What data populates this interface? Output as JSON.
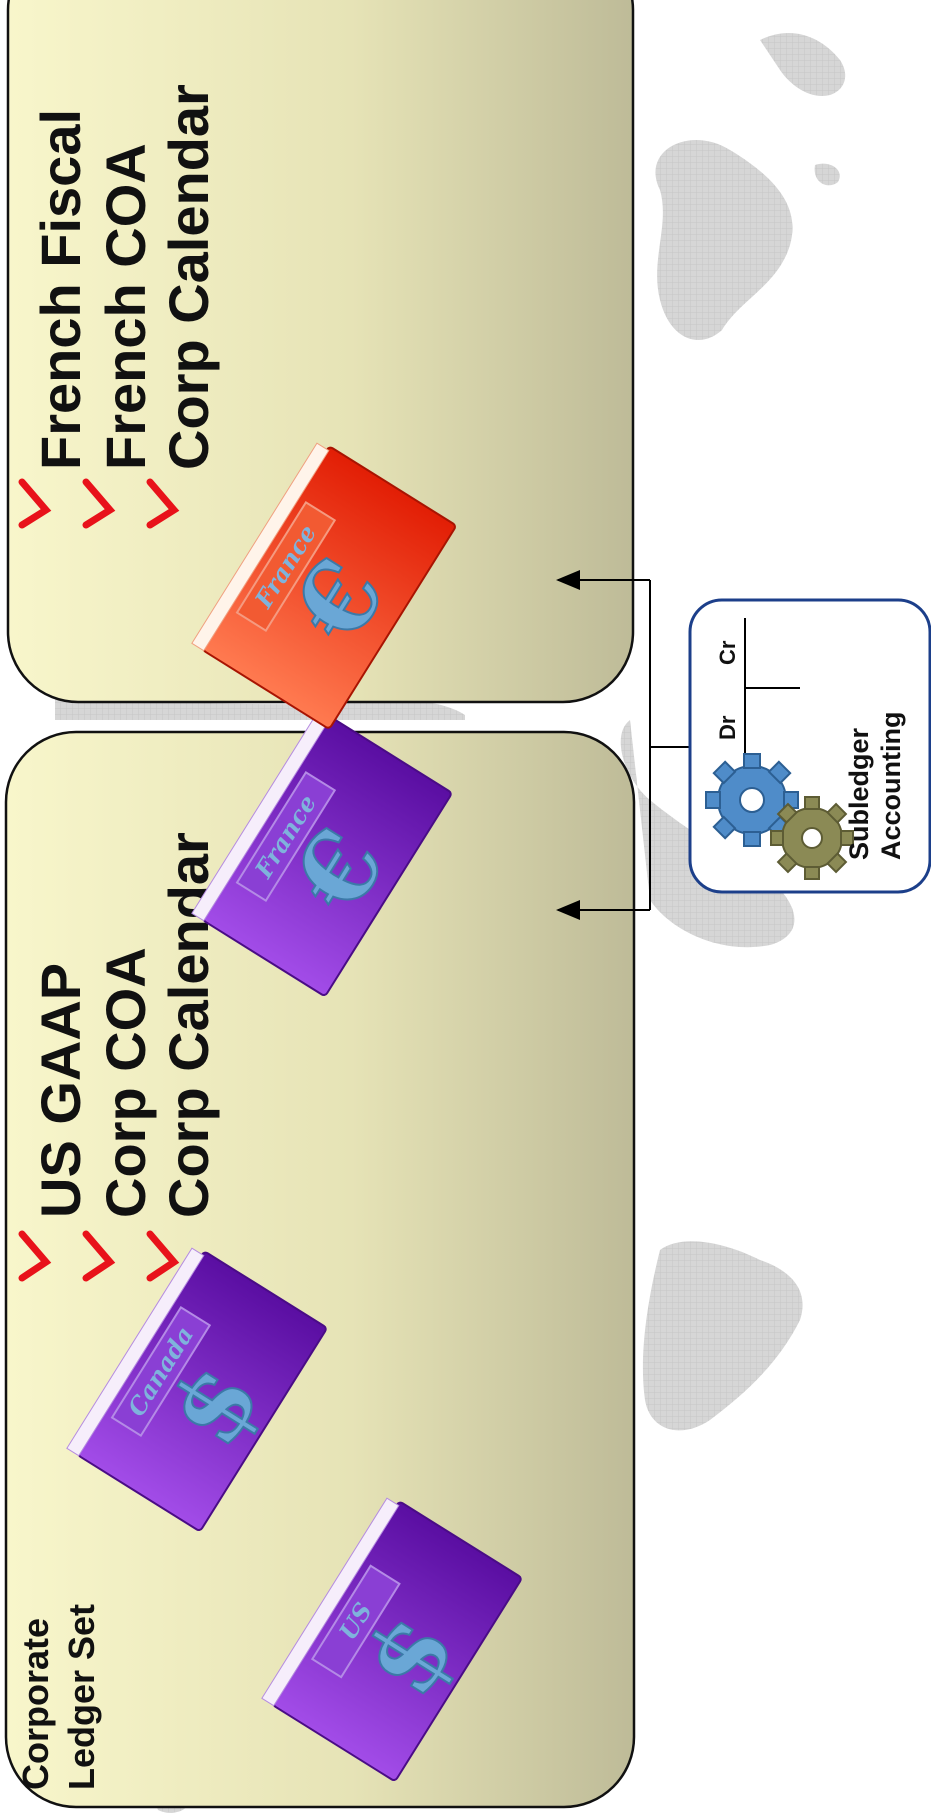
{
  "corporate_panel": {
    "title_line1": "Corporate",
    "title_line2": "Ledger Set",
    "checklist": [
      "US GAAP",
      "Corp COA",
      "Corp Calendar"
    ],
    "books": [
      {
        "label": "US",
        "symbol": "$"
      },
      {
        "label": "Canada",
        "symbol": "$"
      },
      {
        "label": "France",
        "symbol": "€"
      }
    ]
  },
  "french_panel": {
    "checklist": [
      "French Fiscal",
      "French COA",
      "Corp Calendar"
    ],
    "book": {
      "label": "France",
      "symbol": "€"
    }
  },
  "subledger": {
    "debit": "Dr",
    "credit": "Cr",
    "title_line1": "Subledger",
    "title_line2": "Accounting"
  },
  "colors": {
    "panel_light": "#f8f6cb",
    "panel_dark": "#bebb98",
    "corporate_book": "#6e13b8",
    "french_book": "#ef2a08",
    "checkmark": "#e8121a",
    "subledger_border": "#1c3f8a",
    "map": "#d4d4d4"
  }
}
